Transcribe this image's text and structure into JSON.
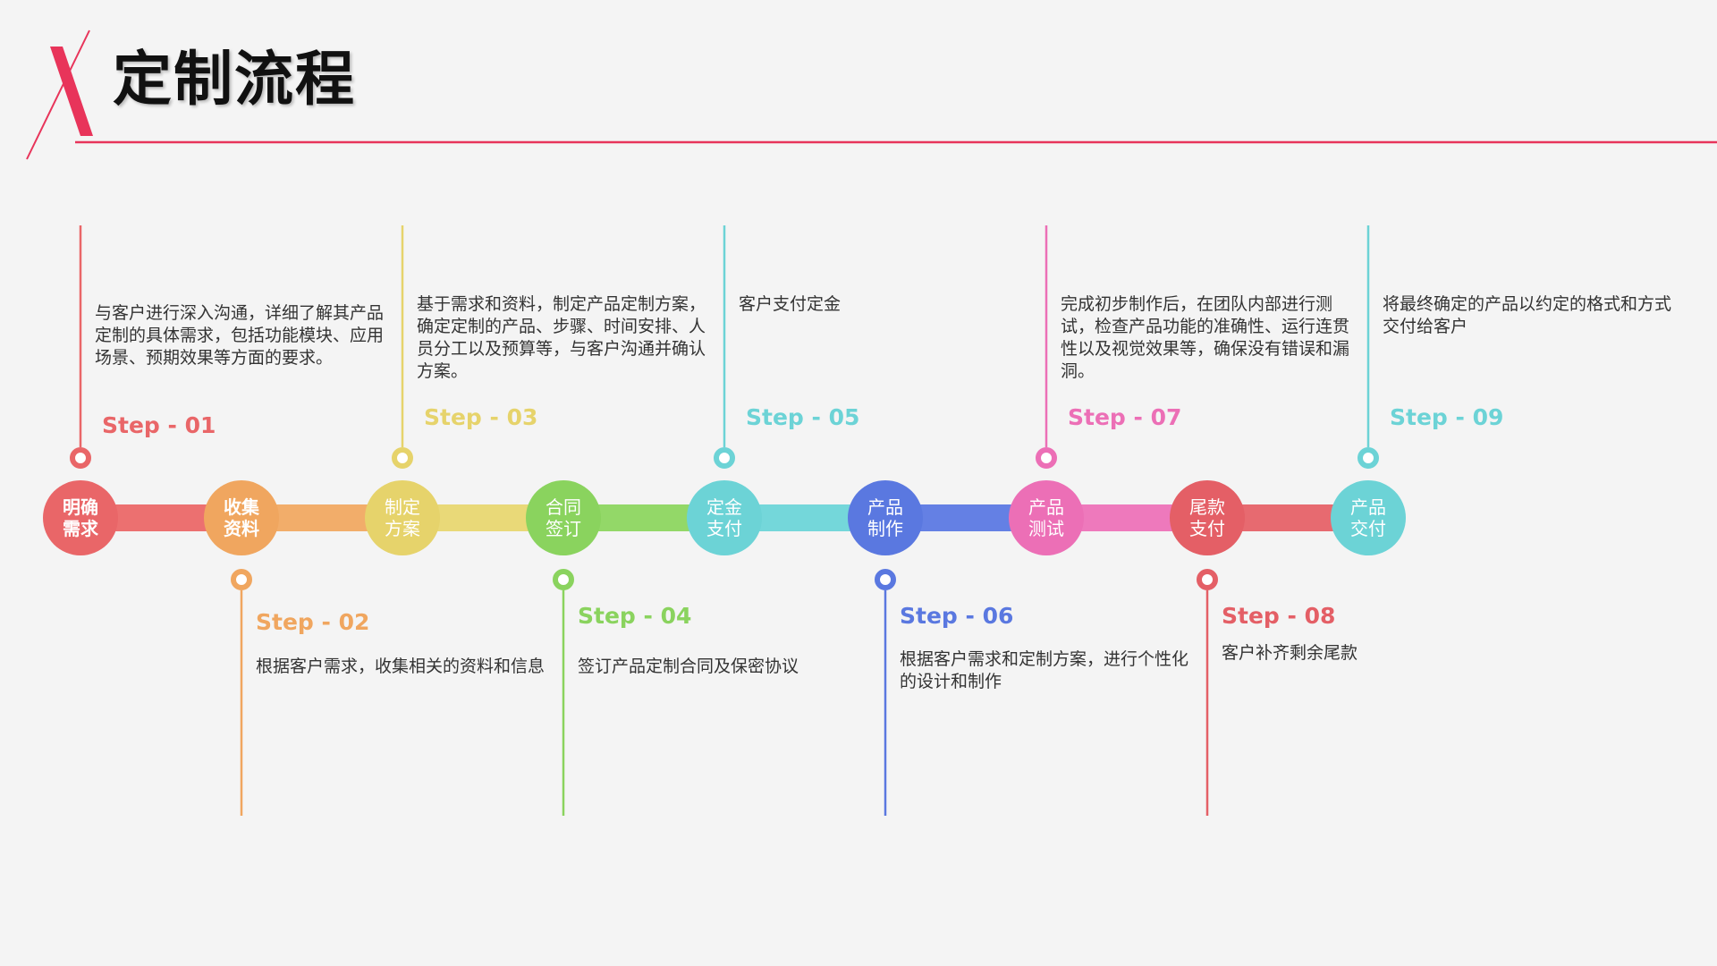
{
  "header": {
    "title": "定制流程",
    "logo_letter": "X",
    "accent_color": "#e8345a"
  },
  "flow": {
    "steps": [
      {
        "node": "明确\n需求",
        "label": "Step - 01",
        "desc": "与客户进行深入沟通，详细了解其产品定制的具体需求，包括功能模块、应用场景、预期效果等方面的要求。",
        "color": "#e96668",
        "bar_color": "#ec7070",
        "position": "top"
      },
      {
        "node": "收集\n资料",
        "label": "Step - 02",
        "desc": "根据客户需求，收集相关的资料和信息",
        "color": "#f0a65f",
        "bar_color": "#f2ad6a",
        "position": "bottom"
      },
      {
        "node": "制定\n方案",
        "label": "Step - 03",
        "desc": "基于需求和资料，制定产品定制方案，确定定制的产品、步骤、时间安排、人员分工以及预算等，与客户沟通并确认方案。",
        "color": "#e6d36b",
        "bar_color": "#e9d978",
        "position": "top"
      },
      {
        "node": "合同\n签订",
        "label": "Step - 04",
        "desc": "签订产品定制合同及保密协议",
        "color": "#8ad35e",
        "bar_color": "#93d868",
        "position": "bottom"
      },
      {
        "node": "定金\n支付",
        "label": "Step - 05",
        "desc": "客户支付定金",
        "color": "#6cd3d6",
        "bar_color": "#74d7da",
        "position": "top"
      },
      {
        "node": "产品\n制作",
        "label": "Step - 06",
        "desc": "根据客户需求和定制方案，进行个性化的设计和制作",
        "color": "#5a78e0",
        "bar_color": "#6480e4",
        "position": "bottom"
      },
      {
        "node": "产品\n测试",
        "label": "Step - 07",
        "desc": "完成初步制作后，在团队内部进行测试，检查产品功能的准确性、运行连贯性以及视觉效果等，确保没有错误和漏洞。",
        "color": "#ec6fb6",
        "bar_color": "#ee79bc",
        "position": "top"
      },
      {
        "node": "尾款\n支付",
        "label": "Step - 08",
        "desc": "客户补齐剩余尾款",
        "color": "#e45f66",
        "bar_color": "#e76a70",
        "position": "bottom"
      },
      {
        "node": "产品\n交付",
        "label": "Step - 09",
        "desc": "将最终确定的产品以约定的格式和方式交付给客户",
        "color": "#6cd3d6",
        "bar_color": "#74d7da",
        "position": "top"
      }
    ]
  }
}
